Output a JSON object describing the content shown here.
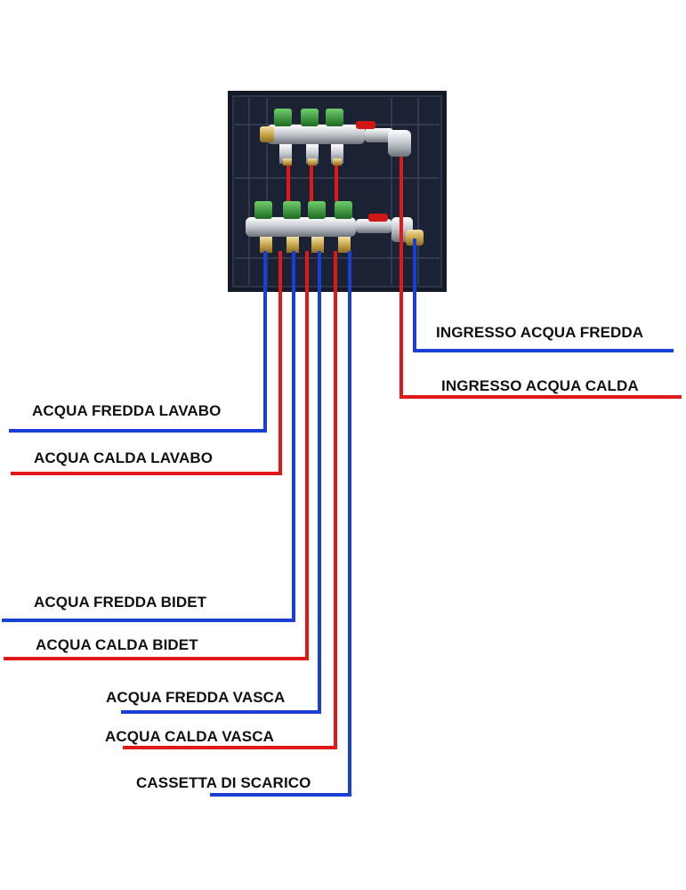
{
  "colors": {
    "cold": "#1a3fd6",
    "hot": "#e01818",
    "box": "#141a26",
    "text": "#111111"
  },
  "labels": {
    "ingresso_fredda": "INGRESSO ACQUA FREDDA",
    "ingresso_calda": "INGRESSO ACQUA CALDA",
    "fredda_lavabo": "ACQUA FREDDA LAVABO",
    "calda_lavabo": "ACQUA CALDA LAVABO",
    "fredda_bidet": "ACQUA FREDDA BIDET",
    "calda_bidet": "ACQUA CALDA BIDET",
    "fredda_vasca": "ACQUA FREDDA VASCA",
    "calda_vasca": "ACQUA CALDA VASCA",
    "cassetta": "CASSETTA DI SCARICO"
  },
  "photo": {
    "description_icon": "manifold-box-photo"
  }
}
